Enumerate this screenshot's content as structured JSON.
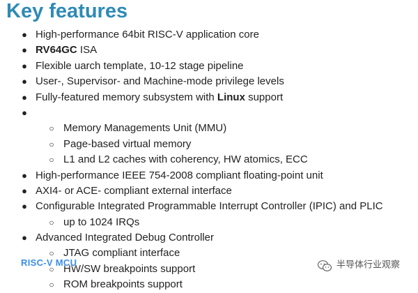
{
  "heading": "Key features",
  "items": [
    {
      "level": 1,
      "bullet": "●",
      "parts": [
        {
          "text": "High-performance 64bit RISC-V application core",
          "bold": false
        }
      ]
    },
    {
      "level": 1,
      "bullet": "●",
      "parts": [
        {
          "text": "RV64GC",
          "bold": true
        },
        {
          "text": " ISA",
          "bold": false
        }
      ]
    },
    {
      "level": 1,
      "bullet": "●",
      "parts": [
        {
          "text": "Flexible uarch template, 10-12 stage pipeline",
          "bold": false
        }
      ]
    },
    {
      "level": 1,
      "bullet": "●",
      "parts": [
        {
          "text": "User-, Supervisor- and Machine-mode privilege levels",
          "bold": false
        }
      ]
    },
    {
      "level": 1,
      "bullet": "●",
      "parts": [
        {
          "text": "Fully-featured memory subsystem with ",
          "bold": false
        },
        {
          "text": "Linux",
          "bold": true
        },
        {
          "text": " support",
          "bold": false
        }
      ]
    },
    {
      "level": 1,
      "bullet": "●",
      "parts": []
    },
    {
      "level": 2,
      "bullet": "○",
      "parts": [
        {
          "text": "Memory Managements Unit (MMU)",
          "bold": false
        }
      ]
    },
    {
      "level": 2,
      "bullet": "○",
      "parts": [
        {
          "text": "Page-based virtual memory",
          "bold": false
        }
      ]
    },
    {
      "level": 2,
      "bullet": "○",
      "parts": [
        {
          "text": "L1 and L2 caches with coherency, HW atomics, ECC",
          "bold": false
        }
      ]
    },
    {
      "level": 1,
      "bullet": "●",
      "parts": [
        {
          "text": "High-performance IEEE 754-2008 compliant floating-point unit",
          "bold": false
        }
      ]
    },
    {
      "level": 1,
      "bullet": "●",
      "parts": [
        {
          "text": "AXI4- or ACE- compliant external interface",
          "bold": false
        }
      ]
    },
    {
      "level": 1,
      "bullet": "●",
      "parts": [
        {
          "text": "Configurable Integrated Programmable Interrupt Controller (IPIC) and PLIC",
          "bold": false
        }
      ]
    },
    {
      "level": 2,
      "bullet": "○",
      "parts": [
        {
          "text": "up to 1024 IRQs",
          "bold": false
        }
      ]
    },
    {
      "level": 1,
      "bullet": "●",
      "parts": [
        {
          "text": "Advanced Integrated Debug Controller",
          "bold": false
        }
      ]
    },
    {
      "level": 2,
      "bullet": "○",
      "parts": [
        {
          "text": "JTAG compliant interface",
          "bold": false
        }
      ]
    },
    {
      "level": 2,
      "bullet": "○",
      "parts": [
        {
          "text": "HW/SW breakpoints support",
          "bold": false
        }
      ]
    },
    {
      "level": 2,
      "bullet": "○",
      "parts": [
        {
          "text": "ROM breakpoints support",
          "bold": false
        }
      ]
    }
  ],
  "watermark": {
    "left_text": "RISC-V MCU",
    "right_text": "半导体行业观察",
    "right_icon": "wechat-icon"
  },
  "colors": {
    "heading": "#2f8ab5",
    "text": "#222222",
    "watermark_left": "#3a8ee6",
    "watermark_right": "#555555"
  }
}
